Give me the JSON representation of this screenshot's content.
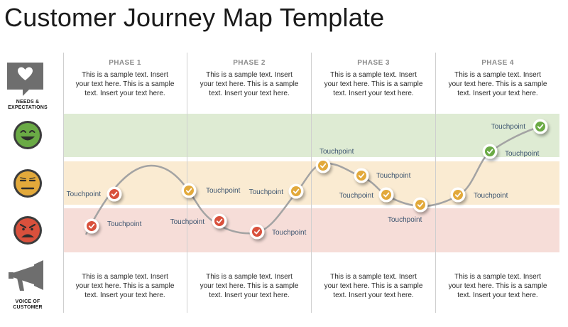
{
  "title": "Customer Journey Map Template",
  "side": {
    "needs_label_line1": "NEEDS &",
    "needs_label_line2": "EXPECTATIONS",
    "voice_label_line1": "VOICE OF",
    "voice_label_line2": "CUSTOMER"
  },
  "phases": [
    {
      "title": "PHASE 1",
      "top_lines": [
        "This is a sample text. Insert",
        "your text here. This is a sample",
        "text. Insert your text here."
      ],
      "bottom_lines": [
        "This is a sample text. Insert",
        "your text here. This is a sample",
        "text. Insert your text here."
      ]
    },
    {
      "title": "PHASE 2",
      "top_lines": [
        "This is a sample text. Insert",
        "your text here. This is a sample",
        "text. Insert your text here."
      ],
      "bottom_lines": [
        "This is a sample text. Insert",
        "your text here. This is a sample",
        "text. Insert your text here."
      ]
    },
    {
      "title": "PHASE 3",
      "top_lines": [
        "This is a sample text. Insert",
        "your text here. This is a sample",
        "text. Insert your text here."
      ],
      "bottom_lines": [
        "This is a sample text. Insert",
        "your text here. This is a sample",
        "text. Insert your text here."
      ]
    },
    {
      "title": "PHASE 4",
      "top_lines": [
        "This is a sample text. Insert",
        "your text here. This is a sample",
        "text. Insert your text here."
      ],
      "bottom_lines": [
        "This is a sample text. Insert",
        "your text here. This is a sample",
        "text. Insert your text here."
      ]
    }
  ],
  "touchpoints": [
    {
      "label": "Touchpoint",
      "mood": "sad"
    },
    {
      "label": "Touchpoint",
      "mood": "sad"
    },
    {
      "label": "Touchpoint",
      "mood": "neutral"
    },
    {
      "label": "Touchpoint",
      "mood": "sad"
    },
    {
      "label": "Touchpoint",
      "mood": "sad"
    },
    {
      "label": "Touchpoint",
      "mood": "neutral"
    },
    {
      "label": "Touchpoint",
      "mood": "neutral"
    },
    {
      "label": "Touchpoint",
      "mood": "neutral"
    },
    {
      "label": "Touchpoint",
      "mood": "neutral"
    },
    {
      "label": "Touchpoint",
      "mood": "neutral"
    },
    {
      "label": "Touchpoint",
      "mood": "neutral"
    },
    {
      "label": "Touchpoint",
      "mood": "happy"
    },
    {
      "label": "Touchpoint",
      "mood": "happy"
    }
  ],
  "colors": {
    "happy": "#6aaa45",
    "neutral": "#e2a93b",
    "sad": "#d9503c",
    "icon_gray": "#6e6e6e"
  },
  "icons": {
    "needs": "heart-speech-bubble-icon",
    "happy": "happy-face-icon",
    "neutral": "neutral-face-icon",
    "sad": "angry-face-icon",
    "voice": "megaphone-icon"
  }
}
